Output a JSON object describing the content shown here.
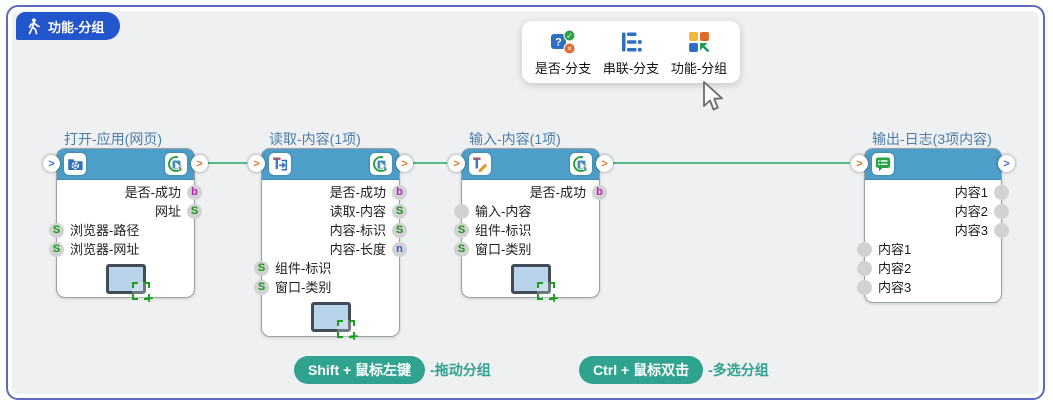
{
  "group_badge": {
    "label": "功能-分组",
    "icon": "walking-person-icon"
  },
  "toolbar": {
    "items": [
      {
        "label": "是否-分支",
        "icon": "condition-branch-icon"
      },
      {
        "label": "串联-分支",
        "icon": "serial-branch-icon"
      },
      {
        "label": "功能-分组",
        "icon": "function-group-icon"
      }
    ]
  },
  "nodes": [
    {
      "title": "打开-应用(网页)",
      "header_icon": "folder-gear-icon",
      "has_picker": true,
      "has_monitor": true,
      "flow_in": "blue",
      "flow_out": "orange",
      "rows": [
        {
          "side": "right",
          "label": "是否-成功",
          "port": "b"
        },
        {
          "side": "right",
          "label": "网址",
          "port": "S"
        },
        {
          "side": "left",
          "label": "浏览器-路径",
          "port": "S"
        },
        {
          "side": "left",
          "label": "浏览器-网址",
          "port": "S"
        }
      ]
    },
    {
      "title": "读取-内容(1项)",
      "header_icon": "text-read-icon",
      "has_picker": true,
      "has_monitor": true,
      "flow_in": "orange",
      "flow_out": "orange",
      "rows": [
        {
          "side": "right",
          "label": "是否-成功",
          "port": "b"
        },
        {
          "side": "right",
          "label": "读取-内容",
          "port": "S"
        },
        {
          "side": "right",
          "label": "内容-标识",
          "port": "S"
        },
        {
          "side": "right",
          "label": "内容-长度",
          "port": "n"
        },
        {
          "side": "left",
          "label": "组件-标识",
          "port": "S"
        },
        {
          "side": "left",
          "label": "窗口-类别",
          "port": "S"
        }
      ]
    },
    {
      "title": "输入-内容(1项)",
      "header_icon": "text-input-icon",
      "has_picker": true,
      "has_monitor": true,
      "flow_in": "orange",
      "flow_out": "orange",
      "rows": [
        {
          "side": "right",
          "label": "是否-成功",
          "port": "b"
        },
        {
          "side": "left",
          "label": "输入-内容",
          "port": ""
        },
        {
          "side": "left",
          "label": "组件-标识",
          "port": "S"
        },
        {
          "side": "left",
          "label": "窗口-类别",
          "port": "S"
        }
      ]
    },
    {
      "title": "输出-日志(3项内容)",
      "header_icon": "log-bubble-icon",
      "has_picker": false,
      "has_monitor": false,
      "flow_in": "orange",
      "flow_out": "blue",
      "rows": [
        {
          "side": "right",
          "label": "内容1",
          "port": ""
        },
        {
          "side": "right",
          "label": "内容2",
          "port": ""
        },
        {
          "side": "right",
          "label": "内容3",
          "port": ""
        },
        {
          "side": "left",
          "label": "内容1",
          "port": ""
        },
        {
          "side": "left",
          "label": "内容2",
          "port": ""
        },
        {
          "side": "left",
          "label": "内容3",
          "port": ""
        }
      ]
    }
  ],
  "hints": [
    {
      "keys": "Shift + 鼠标左键",
      "desc": "-拖动分组"
    },
    {
      "keys": "Ctrl + 鼠标双击",
      "desc": "-多选分组"
    }
  ],
  "colors": {
    "badge_blue": "#2356cd",
    "node_header_blue": "#4d9ec8",
    "wire_green": "#56bb82",
    "hint_teal": "#2fa390",
    "title_blue": "#4a7dab",
    "port_string_green": "#149a14",
    "port_bool_magenta": "#c21ec2",
    "port_number_blue": "#2e5fd0",
    "chevron_orange": "#e2762a",
    "chevron_blue": "#3d6bd8",
    "canvas_border": "#5d6abe"
  }
}
